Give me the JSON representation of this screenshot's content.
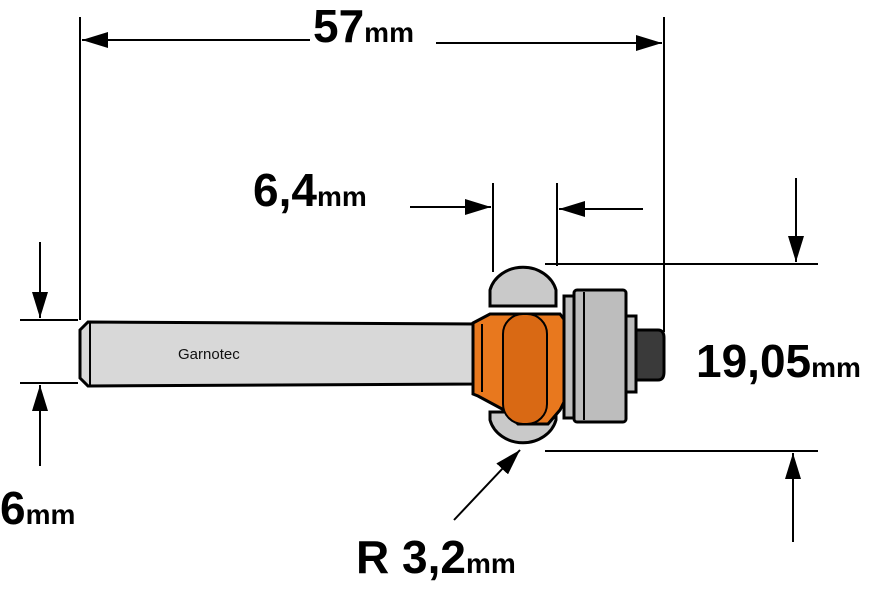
{
  "dimensions": {
    "overall_length": {
      "value": "57",
      "unit": "mm"
    },
    "cutting_height": {
      "value": "6,4",
      "unit": "mm"
    },
    "bearing_diameter": {
      "value": "19,05",
      "unit": "mm"
    },
    "shank_diameter": {
      "value": "6",
      "unit": "mm"
    },
    "radius": {
      "value": "R 3,2",
      "unit": "mm"
    }
  },
  "shank": {
    "brand": "Garnotec"
  },
  "colors": {
    "cutter_body": "#e8781e",
    "carbide_tip": "#c9c9c9",
    "shank": "#d8d8d8",
    "bearing": "#bdbdbd",
    "screw": "#3a3a3a"
  }
}
